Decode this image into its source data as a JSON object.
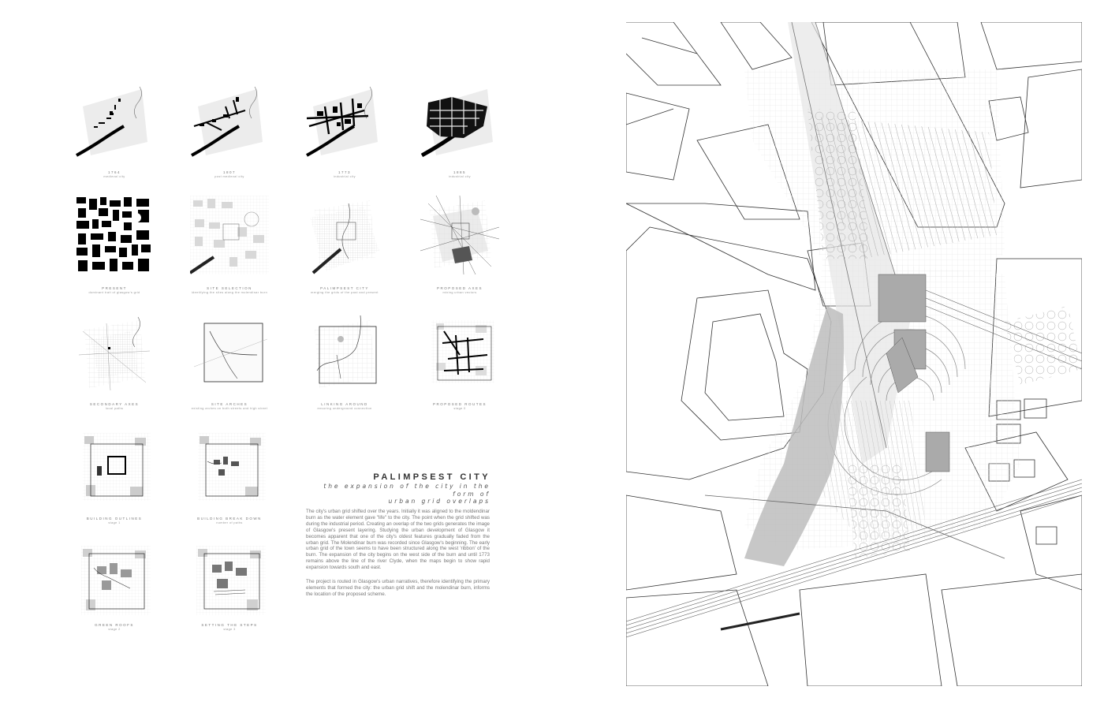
{
  "project": {
    "title": "PALIMPSEST CITY",
    "subtitle_line1": "the expansion of the city in the form of",
    "subtitle_line2": "urban grid overlaps",
    "paragraph1": "The city's urban grid shifted over the years. Initially it was aligned to the moldendinar burn as the water element gave \"life\" to the city. The point when the grid shifted was during the industrial period. Creating an overlap of the two grids generates the image of Glasgow's present layering. Studying the urban development of Glasgow it becomes apparent that one of the city's oldest features gradually faded from the urban grid. The Molendinar burn was recorded since Glasgow's beginning. The early urban grid of the town seems to have been structured along the west 'ribbon' of the burn. The expansion of the city begins on the west side of the burn and until 1773 remains above the line of the river Clyde, when the maps begin to show rapid expansion towards south and east.",
    "paragraph2": "The project is routed in Glasgow's urban narratives, therefore identifying the primary elements that formed the city: the urban grid shift and the molendinar burn, informs the location of the proposed scheme."
  },
  "diagrams": [
    {
      "title": "1764",
      "sub": "medieval city"
    },
    {
      "title": "1807",
      "sub": "post medieval city"
    },
    {
      "title": "1773",
      "sub": "industrial city"
    },
    {
      "title": "1885",
      "sub": "industrial city"
    },
    {
      "title": "PRESENT",
      "sub": "dominant trait of glasgow's grid"
    },
    {
      "title": "SITE SELECTION",
      "sub": "identifying the sites along the molendinar burn"
    },
    {
      "title": "PALIMPSEST CITY",
      "sub": "merging the grids of the past and present"
    },
    {
      "title": "PROPOSED AXES",
      "sub": "mixing urban vectors"
    },
    {
      "title": "SECONDARY AXES",
      "sub": "local paths"
    },
    {
      "title": "SITE ARCHES",
      "sub": "existing arches on both streets and high street"
    },
    {
      "title": "LINKING AROUND",
      "sub": "ensuring underground connection"
    },
    {
      "title": "PROPOSED ROUTES",
      "sub": "stage 0"
    },
    {
      "title": "BUILDING OUTLINES",
      "sub": "stage 1"
    },
    {
      "title": "BUILDING BREAK DOWN",
      "sub": "number of paths"
    },
    {
      "title": "GREEN ROOFS",
      "sub": "stage 2"
    },
    {
      "title": "SETTING THE STEPS",
      "sub": "stage 3"
    }
  ]
}
